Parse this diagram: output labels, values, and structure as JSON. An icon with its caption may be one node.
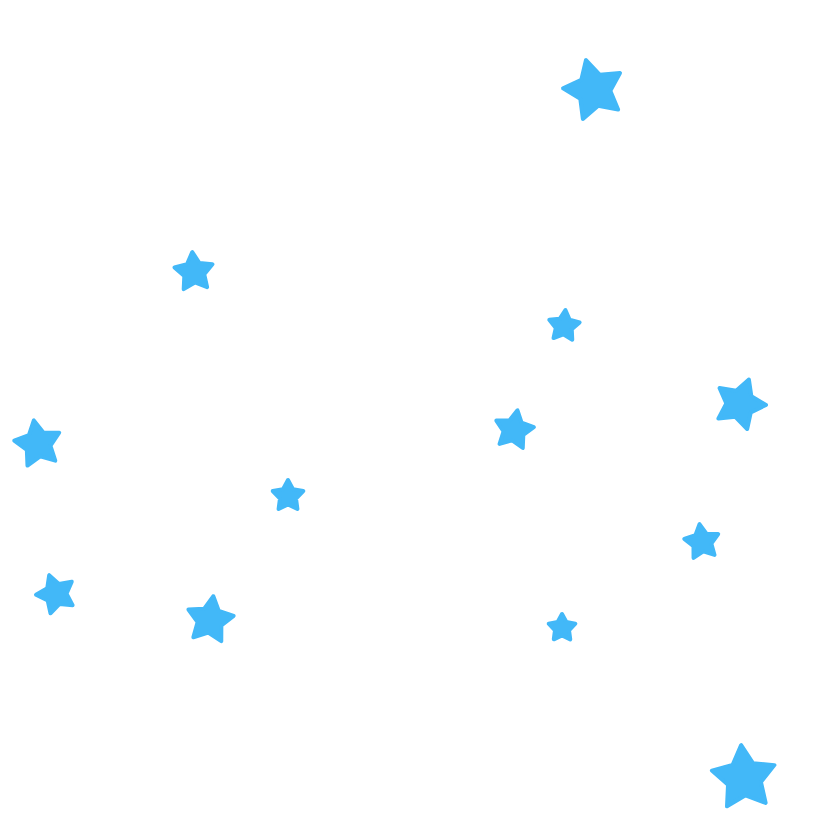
{
  "diagram": {
    "nodes": [
      {
        "text": [],
        "shape": "star"
      },
      {
        "text": [],
        "shape": "star"
      },
      {
        "text": [],
        "shape": "star"
      },
      {
        "text": [],
        "shape": "star"
      },
      {
        "text": [],
        "shape": "star"
      },
      {
        "text": [],
        "shape": "star"
      },
      {
        "text": [],
        "shape": "star"
      },
      {
        "text": [],
        "shape": "star"
      },
      {
        "text": [],
        "shape": "star"
      },
      {
        "text": [],
        "shape": "star"
      },
      {
        "text": [],
        "shape": "star"
      },
      {
        "text": [],
        "shape": "star"
      }
    ]
  }
}
